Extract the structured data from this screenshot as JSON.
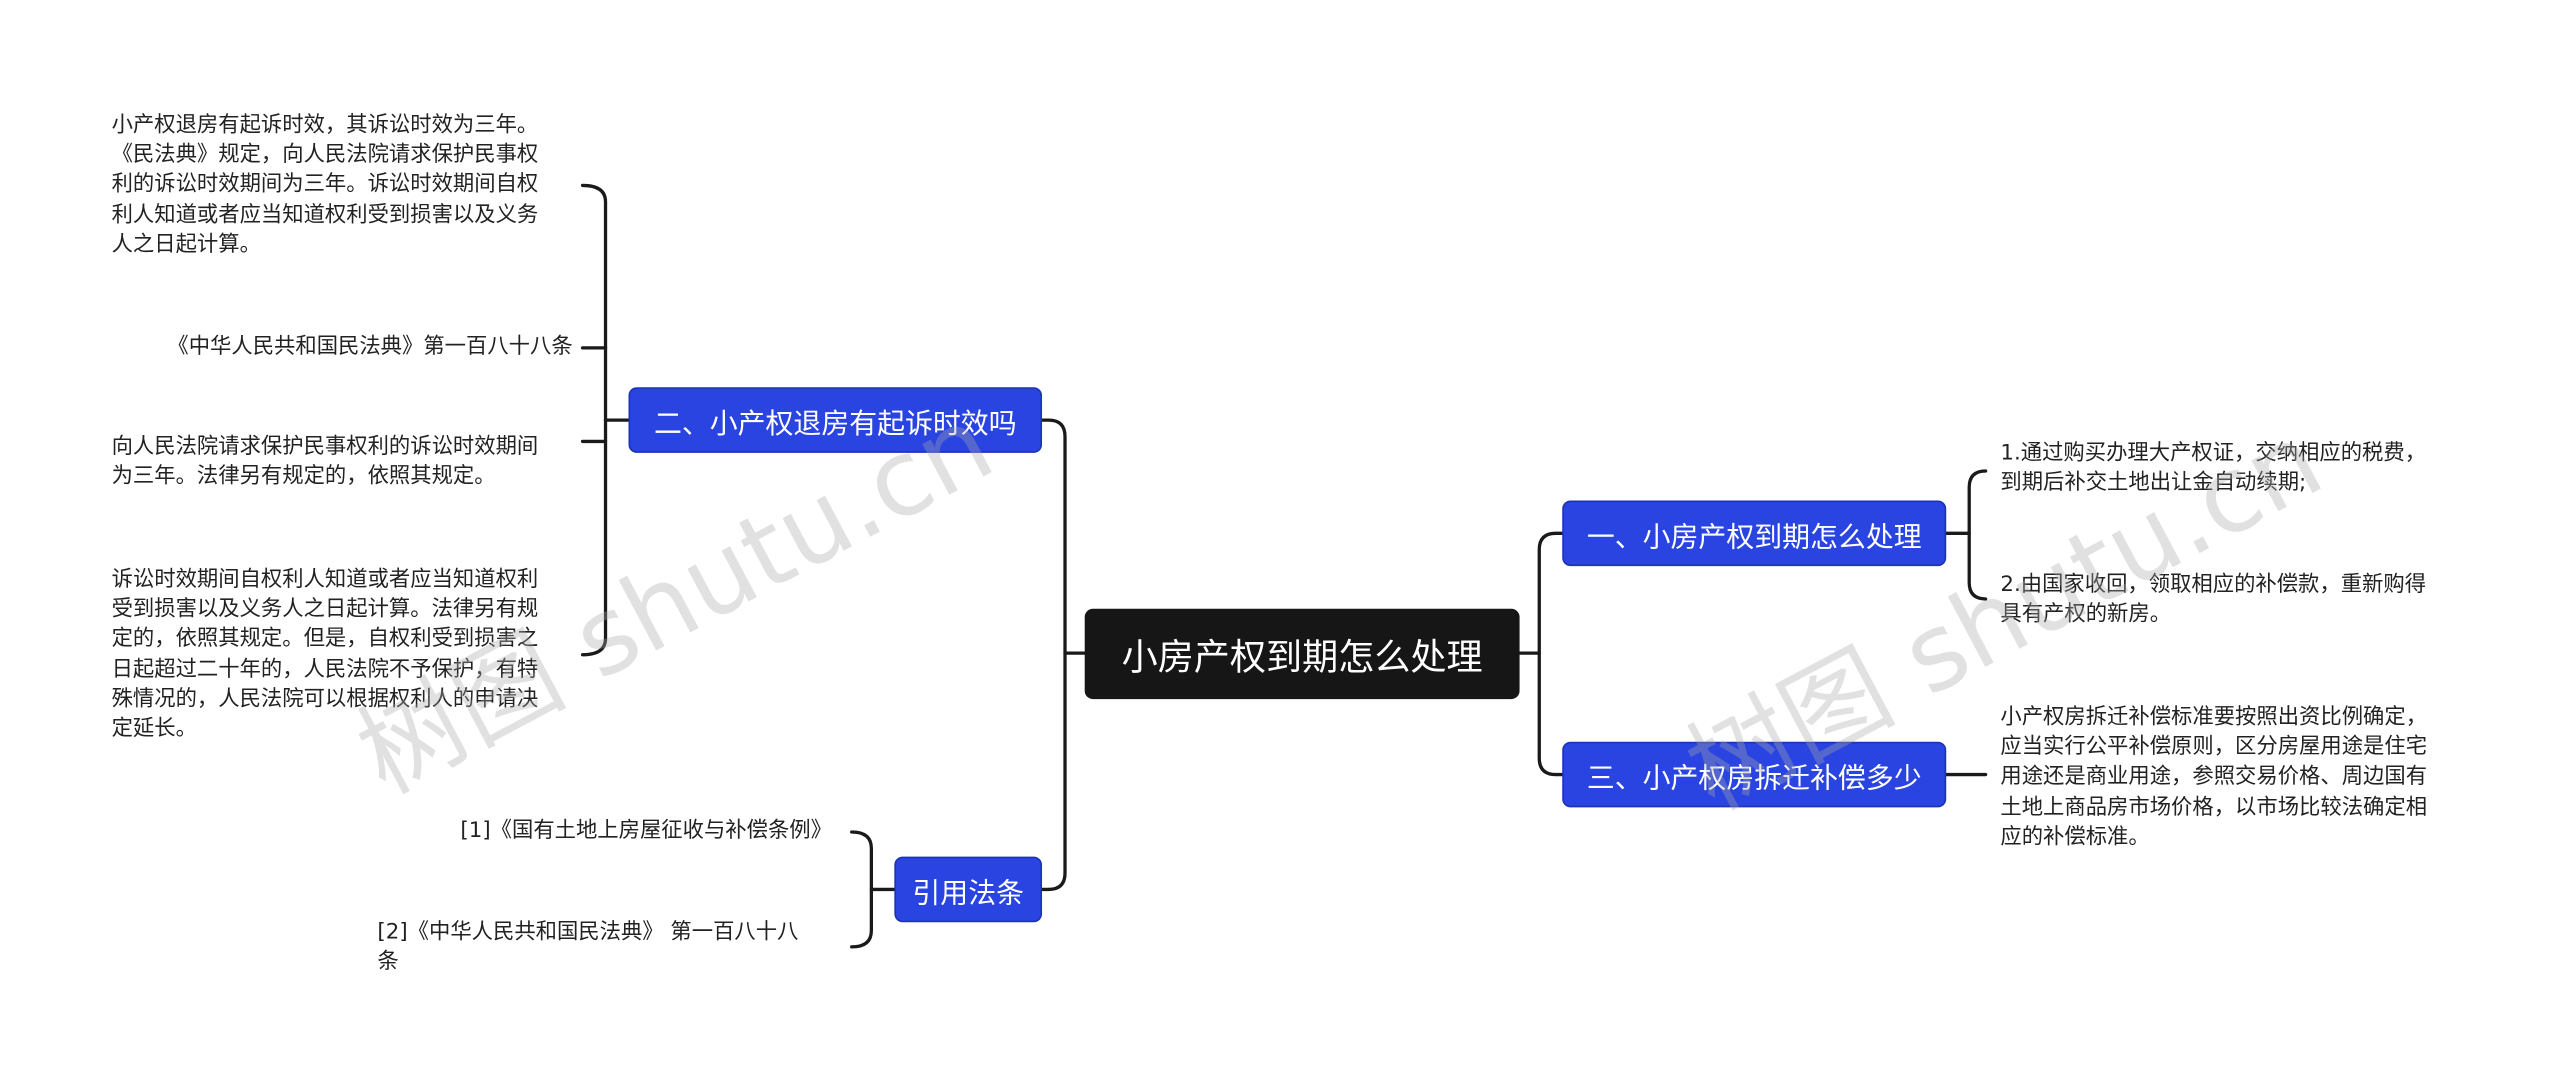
{
  "root": {
    "label": "小房产权到期怎么处理"
  },
  "branches": {
    "b1": {
      "label": "一、小房产权到期怎么处理"
    },
    "b2": {
      "label": "二、小产权退房有起诉时效吗"
    },
    "b3": {
      "label": "三、小产权房拆迁补偿多少"
    },
    "b4": {
      "label": "引用法条"
    }
  },
  "leaves": {
    "b1_1": "1.通过购买办理大产权证，交纳相应的税费，\n到期后补交土地出让金自动续期;",
    "b1_2": "2.由国家收回，领取相应的补偿款，重新购得\n具有产权的新房。",
    "b2_1": "小产权退房有起诉时效，其诉讼时效为三年。\n《民法典》规定，向人民法院请求保护民事权\n利的诉讼时效期间为三年。诉讼时效期间自权\n利人知道或者应当知道权利受到损害以及义务\n人之日起计算。",
    "b2_2": "《中华人民共和国民法典》第一百八十八条",
    "b2_3": "向人民法院请求保护民事权利的诉讼时效期间\n为三年。法律另有规定的，依照其规定。",
    "b2_4": "诉讼时效期间自权利人知道或者应当知道权利\n受到损害以及义务人之日起计算。法律另有规\n定的，依照其规定。但是，自权利受到损害之\n日起超过二十年的，人民法院不予保护，有特\n殊情况的，人民法院可以根据权利人的申请决\n定延长。",
    "b3_1": "小产权房拆迁补偿标准要按照出资比例确定，\n应当实行公平补偿原则，区分房屋用途是住宅\n用途还是商业用途，参照交易价格、周边国有\n土地上商品房市场价格，以市场比较法确定相\n应的补偿标准。",
    "b4_1": "[1]《国有土地上房屋征收与补偿条例》",
    "b4_2": "[2]《中华人民共和国民法典》 第一百八十八\n条"
  },
  "watermarks": {
    "w1": "树图 shutu.cn",
    "w2": "树图 shutu.cn"
  },
  "colors": {
    "root": "#161616",
    "branch": "#2944e0",
    "line": "#1a1a1a",
    "text": "#222222"
  }
}
